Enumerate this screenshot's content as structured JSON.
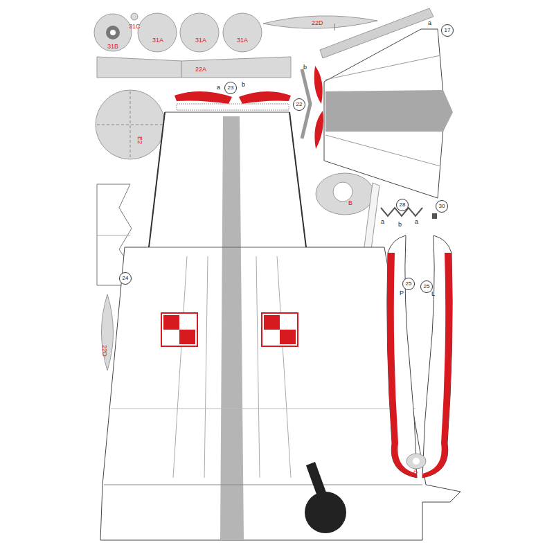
{
  "diagram": {
    "labels": [
      "31C",
      "31B",
      "31A",
      "31A",
      "31A",
      "22D",
      "a",
      "17",
      "22A",
      "23",
      "a",
      "b",
      "22",
      "b",
      "E2",
      "B",
      "28",
      "a",
      "b",
      "a",
      "30",
      "24",
      "25",
      "P",
      "25",
      "L",
      "22D",
      "A"
    ]
  }
}
